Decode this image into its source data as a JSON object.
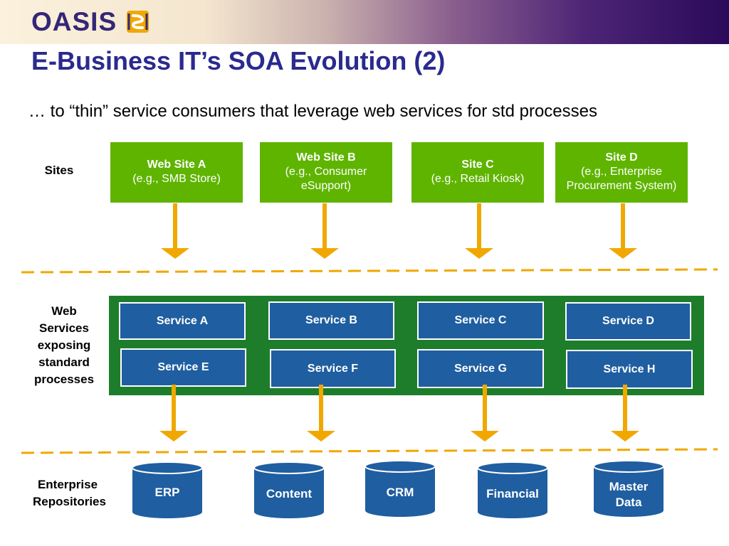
{
  "header": {
    "logo_text": "OASIS",
    "title": "E-Business IT’s SOA Evolution (2)",
    "subtitle": "… to “thin” service consumers that leverage web services for std processes"
  },
  "row_labels": {
    "sites": "Sites",
    "services": "Web Services exposing standard processes",
    "repositories": "Enterprise Repositories"
  },
  "sites": [
    {
      "name": "Web Site A",
      "detail": "(e.g., SMB Store)"
    },
    {
      "name": "Web Site B",
      "detail": "(e.g., Consumer eSupport)"
    },
    {
      "name": "Site C",
      "detail": "(e.g., Retail Kiosk)"
    },
    {
      "name": "Site D",
      "detail": "(e.g., Enterprise Procurement System)"
    }
  ],
  "services": [
    "Service A",
    "Service B",
    "Service C",
    "Service D",
    "Service E",
    "Service F",
    "Service G",
    "Service H"
  ],
  "repositories": [
    "ERP",
    "Content",
    "CRM",
    "Financial",
    "Master Data"
  ],
  "colors": {
    "site_green": "#5fb400",
    "panel_green": "#1e7d2a",
    "service_blue": "#1f5ea0",
    "arrow_orange": "#f0a800",
    "title_blue": "#2b2a8f"
  }
}
